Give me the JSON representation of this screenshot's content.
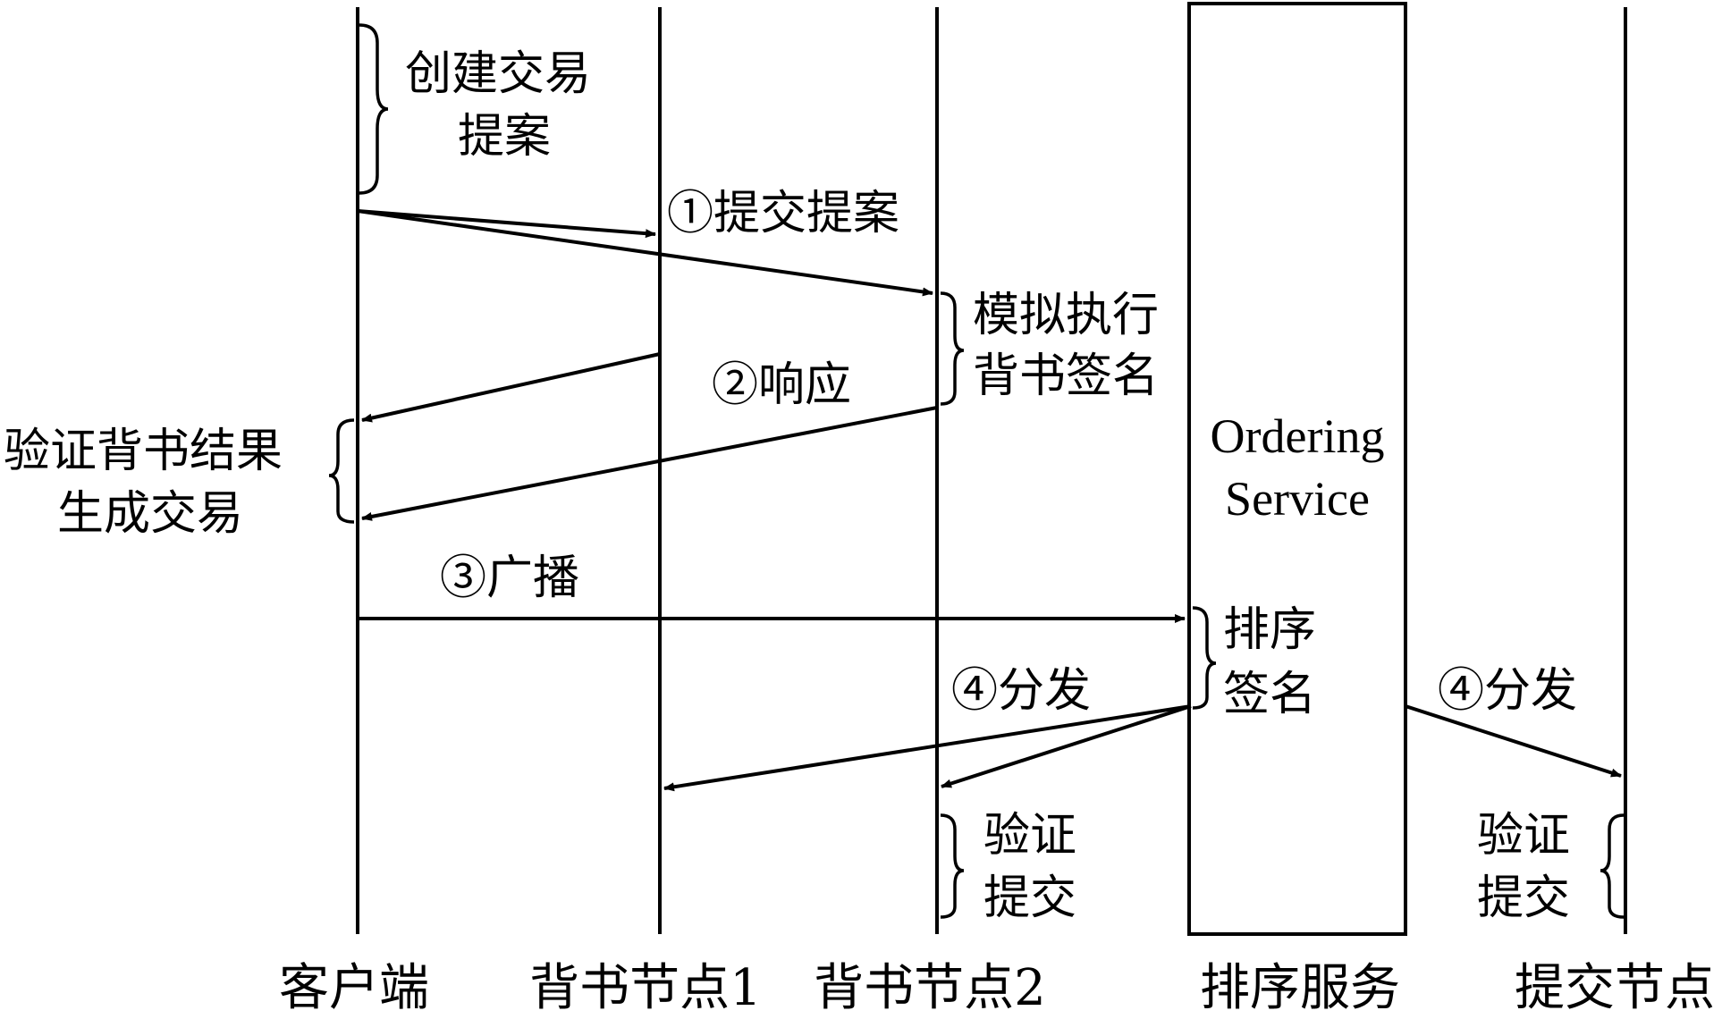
{
  "participants": {
    "client": "客户端",
    "endorser1": "背书节点1",
    "endorser2": "背书节点2",
    "orderer": "排序服务",
    "committer": "提交节点"
  },
  "ordering_box": {
    "line1": "Ordering",
    "line2": "Service"
  },
  "notes": {
    "create_proposal": [
      "创建交易",
      "提案"
    ],
    "simulate": [
      "模拟执行",
      "背书签名"
    ],
    "verify_result": [
      "验证背书结果",
      "生成交易"
    ],
    "order_sign": [
      "排序",
      "签名"
    ],
    "validate_commit_e2": [
      "验证",
      "提交"
    ],
    "validate_commit_committer": [
      "验证",
      "提交"
    ]
  },
  "messages": {
    "submit": "①提交提案",
    "respond": "②响应",
    "broadcast": "③广播",
    "distribute_left": "④分发",
    "distribute_right": "④分发"
  },
  "colors": {
    "line": "#000000",
    "background": "#ffffff"
  }
}
